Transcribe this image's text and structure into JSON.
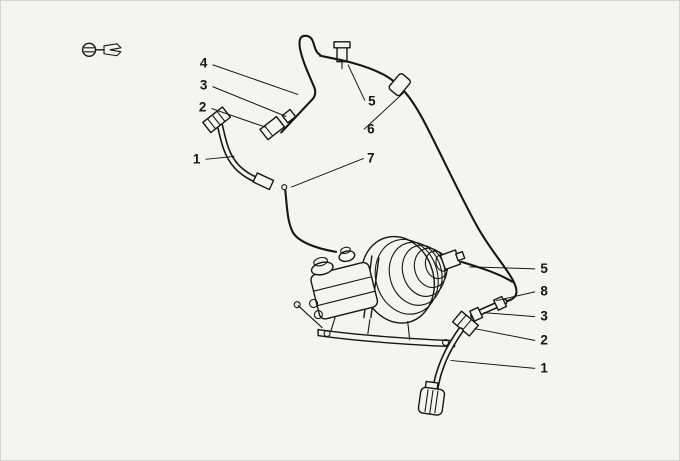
{
  "figure": {
    "kind": "technical parts line diagram"
  },
  "colors": {
    "background": "#f4f4f0",
    "line": "#161616"
  },
  "icons": {
    "legend": "fastener-icon"
  },
  "callouts": [
    {
      "label": "4"
    },
    {
      "label": "3"
    },
    {
      "label": "2"
    },
    {
      "label": "1"
    },
    {
      "label": "5"
    },
    {
      "label": "6"
    },
    {
      "label": "7"
    },
    {
      "label": "5"
    },
    {
      "label": "8"
    },
    {
      "label": "3"
    },
    {
      "label": "2"
    },
    {
      "label": "1"
    }
  ]
}
